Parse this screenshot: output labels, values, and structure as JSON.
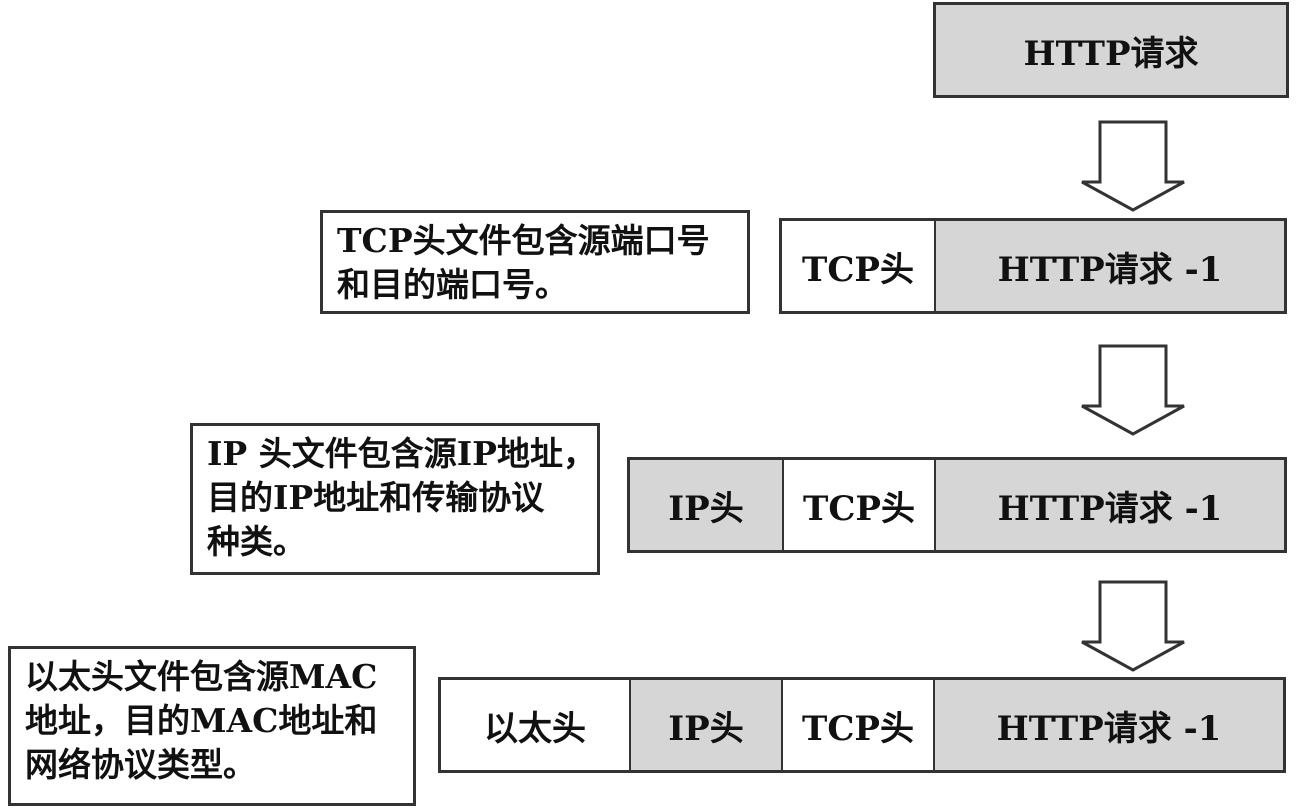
{
  "packets": [
    {
      "segments": [
        {
          "label": "HTTP请求"
        }
      ]
    },
    {
      "segments": [
        {
          "label": "TCP头"
        },
        {
          "label": "HTTP请求 -1"
        }
      ]
    },
    {
      "segments": [
        {
          "label": "IP头"
        },
        {
          "label": "TCP头"
        },
        {
          "label": "HTTP请求 -1"
        }
      ]
    },
    {
      "segments": [
        {
          "label": "以太头"
        },
        {
          "label": "IP头"
        },
        {
          "label": "TCP头"
        },
        {
          "label": "HTTP请求 -1"
        }
      ]
    }
  ],
  "notes": {
    "tcp": {
      "lines": [
        "TCP头文件包含源端口号",
        "和目的端口号。"
      ]
    },
    "ip": {
      "lines": [
        "IP 头文件包含源IP地址，",
        "目的IP地址和传输协议",
        "种类。"
      ]
    },
    "eth": {
      "lines": [
        "以太头文件包含源MAC",
        "地址，目的MAC地址和",
        "网络协议类型。"
      ]
    }
  },
  "colors": {
    "header_fill": "#d6d6d6",
    "border": "#333333"
  }
}
